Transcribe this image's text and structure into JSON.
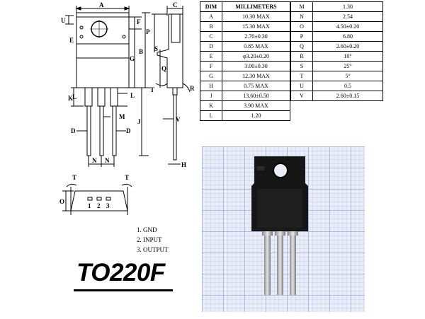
{
  "package_name": "TO220F",
  "dimension_table": {
    "headers": [
      "DIM",
      "MILLIMETERS"
    ],
    "left_rows": [
      [
        "A",
        "10.30 MAX"
      ],
      [
        "B",
        "15.30 MAX"
      ],
      [
        "C",
        "2.70±0.30"
      ],
      [
        "D",
        "0.85 MAX"
      ],
      [
        "E",
        "φ3.20±0.20"
      ],
      [
        "F",
        "3.00±0.30"
      ],
      [
        "G",
        "12.30 MAX"
      ],
      [
        "H",
        "0.75 MAX"
      ],
      [
        "J",
        "13.60±0.50"
      ],
      [
        "K",
        "3.90 MAX"
      ],
      [
        "L",
        "1.20"
      ]
    ],
    "right_rows": [
      [
        "M",
        "1.30"
      ],
      [
        "N",
        "2.54"
      ],
      [
        "O",
        "4.50±0.20"
      ],
      [
        "P",
        "6.80"
      ],
      [
        "Q",
        "2.60±0.20"
      ],
      [
        "R",
        "10°"
      ],
      [
        "S",
        "25°"
      ],
      [
        "T",
        "5°"
      ],
      [
        "U",
        "0.5"
      ],
      [
        "V",
        "2.60±0.15"
      ]
    ]
  },
  "pinout": [
    "1.  GND",
    "2.  INPUT",
    "3.  OUTPUT"
  ],
  "drawing_labels": {
    "A": "A",
    "B": "B",
    "C": "C",
    "D": "D",
    "E": "E",
    "F": "F",
    "G": "G",
    "H": "H",
    "J": "J",
    "K": "K",
    "L": "L",
    "M": "M",
    "N": "N",
    "O": "O",
    "P": "P",
    "Q": "Q",
    "R": "R",
    "S": "S",
    "T": "T",
    "U": "U",
    "V": "V",
    "pin1": "1",
    "pin2": "2",
    "pin3": "3"
  }
}
